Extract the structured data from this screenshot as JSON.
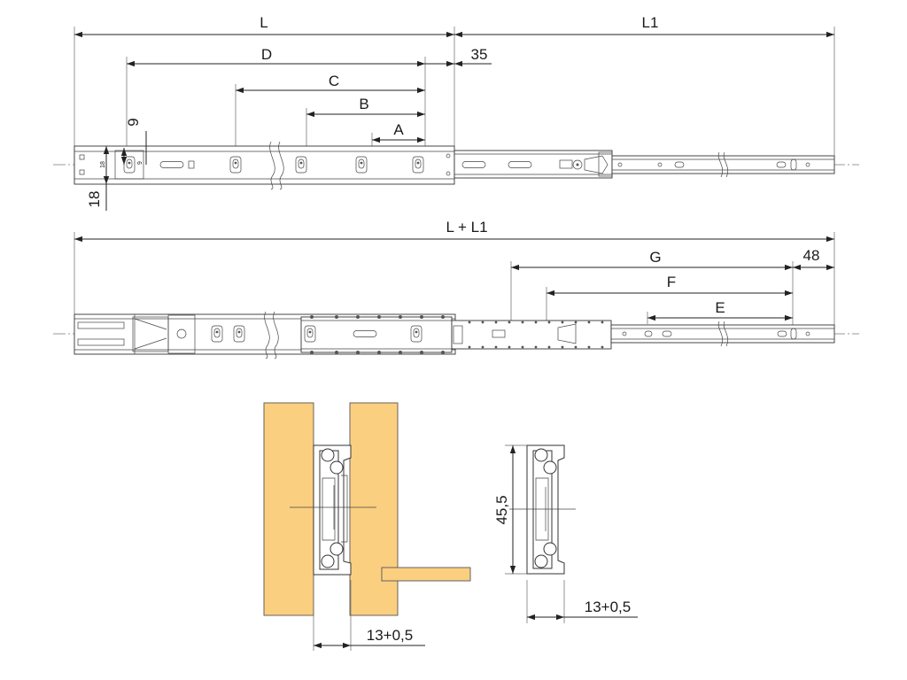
{
  "colors": {
    "wood": "#fbcf80",
    "line": "#222222",
    "center_line": "#777777",
    "background": "#ffffff"
  },
  "top_view": {
    "labels": {
      "L": "L",
      "L1": "L1",
      "D": "D",
      "C": "C",
      "B": "B",
      "A": "A",
      "d35": "35",
      "d9": "9",
      "d18": "18",
      "mini18": "18",
      "mini9": "9"
    }
  },
  "extended_view": {
    "labels": {
      "LL1": "L + L1",
      "G": "G",
      "F": "F",
      "E": "E",
      "d48": "48"
    }
  },
  "section_mounted": {
    "labels": {
      "gap": "13+0,5"
    }
  },
  "section_profile": {
    "labels": {
      "height": "45,5",
      "gap": "13+0,5"
    }
  }
}
